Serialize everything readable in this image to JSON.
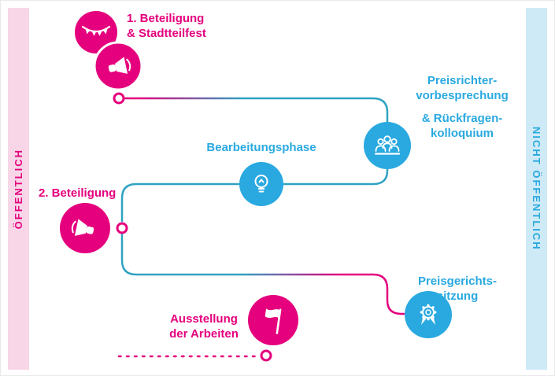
{
  "bands": {
    "left": {
      "label": "ÖFFENTLICH"
    },
    "right": {
      "label": "NICHT ÖFFENTLICH"
    }
  },
  "steps": {
    "beteiligung1": {
      "lines": [
        "1. Beteiligung",
        "& Stadtteilfest"
      ],
      "icons": [
        "bunting-icon",
        "megaphone-icon"
      ]
    },
    "preisrichter": {
      "lines": [
        "Preisrichter-",
        "vorbesprechung",
        "& Rückfragen-",
        "kolloquium"
      ],
      "icon": "jury-icon"
    },
    "bearbeitung": {
      "lines": [
        "Bearbeitungsphase"
      ],
      "icon": "lightbulb-icon"
    },
    "beteiligung2": {
      "lines": [
        "2. Beteiligung"
      ],
      "icon": "megaphone-icon"
    },
    "preisgericht": {
      "lines": [
        "Preisgerichts-",
        "sitzung"
      ],
      "icon": "medal-icon"
    },
    "ausstellung": {
      "lines": [
        "Ausstellung",
        "der Arbeiten"
      ],
      "icon": "flag-icon"
    }
  },
  "colors": {
    "pink": "#e5007d",
    "blue": "#29a9e0",
    "line_teal": "#2fa3c2",
    "band_pink": "#f8d6e8",
    "band_blue": "#cfeaf7"
  }
}
